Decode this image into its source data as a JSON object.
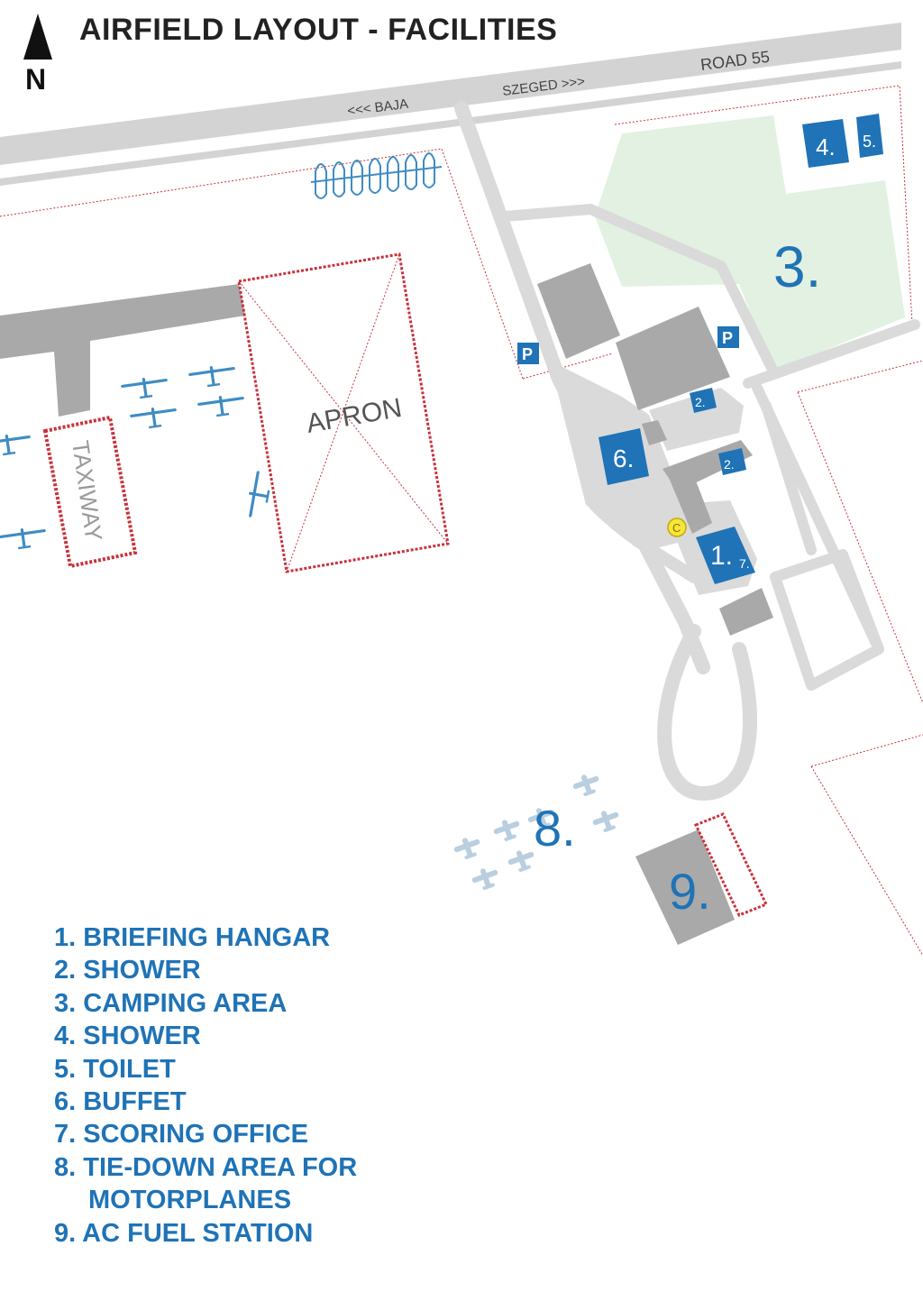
{
  "title": "AIRFIELD LAYOUT - FACILITIES",
  "north_label": "N",
  "road": {
    "name": "ROAD 55",
    "west_direction": "<<< BAJA",
    "east_direction": "SZEGED >>>"
  },
  "areas": {
    "apron": "APRON",
    "taxiway": "TAXIWAY"
  },
  "parking_label": "P",
  "fuel_marker_label": "C",
  "map_labels": {
    "briefing_hangar": "1.",
    "shower_a": "2.",
    "shower_b": "2.",
    "camping_area": "3.",
    "shower_north": "4.",
    "toilet": "5.",
    "buffet": "6.",
    "scoring_office": "7.",
    "tie_down_area": "8.",
    "fuel_station": "9."
  },
  "legend": [
    "1. BRIEFING HANGAR",
    "2. SHOWER",
    "3. CAMPING AREA",
    "4. SHOWER",
    "5. TOILET",
    "6. BUFFET",
    "7. SCORING OFFICE",
    "8. TIE-DOWN AREA FOR",
    "MOTORPLANES",
    "9. AC FUEL STATION"
  ],
  "colors": {
    "facility_blue": "#1f73b6",
    "building_gray": "#a9a9a9",
    "path_gray": "#dadada",
    "road_gray": "#d3d3d3",
    "camping_green": "#e2f1e1",
    "boundary_red": "#c8323c",
    "glider_blue": "#3f8cc4",
    "motorplane_blue": "#b9cfe0",
    "marker_yellow": "#f5e63c"
  }
}
